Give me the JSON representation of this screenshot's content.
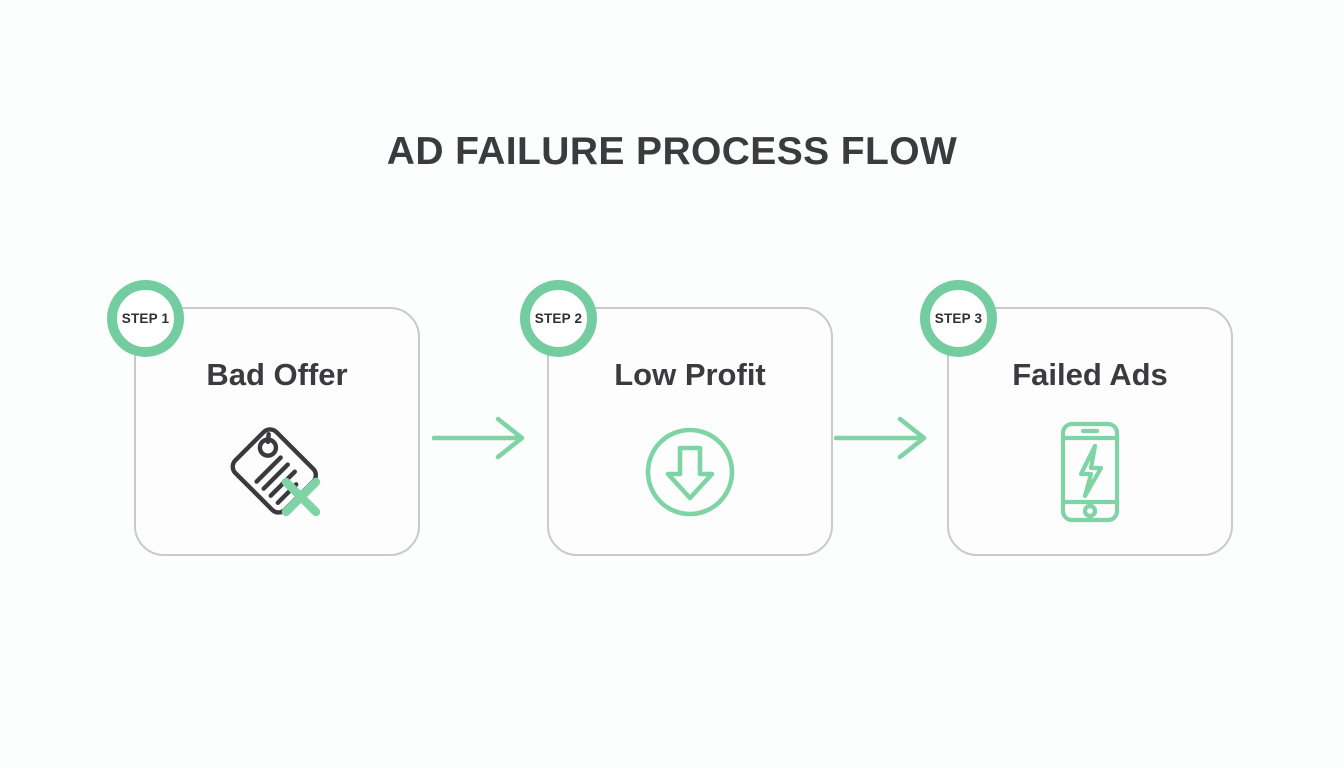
{
  "header": {
    "title": "AD FAILURE PROCESS FLOW"
  },
  "theme": {
    "background": "#fcfdfd",
    "accent_green": "#74cda0",
    "text_dark": "#3b3b3d",
    "card_border": "#c9cacb",
    "icon_dark": "#3a3a3c"
  },
  "flow": {
    "steps": [
      {
        "badge": "STEP 1",
        "title": "Bad Offer",
        "icon": "price-tag-cross-icon"
      },
      {
        "badge": "STEP 2",
        "title": "Low Profit",
        "icon": "circle-down-arrow-icon"
      },
      {
        "badge": "STEP 3",
        "title": "Failed Ads",
        "icon": "smartphone-lightning-icon"
      }
    ],
    "connectors": [
      {
        "icon": "arrow-right-icon"
      },
      {
        "icon": "arrow-right-icon"
      }
    ]
  }
}
